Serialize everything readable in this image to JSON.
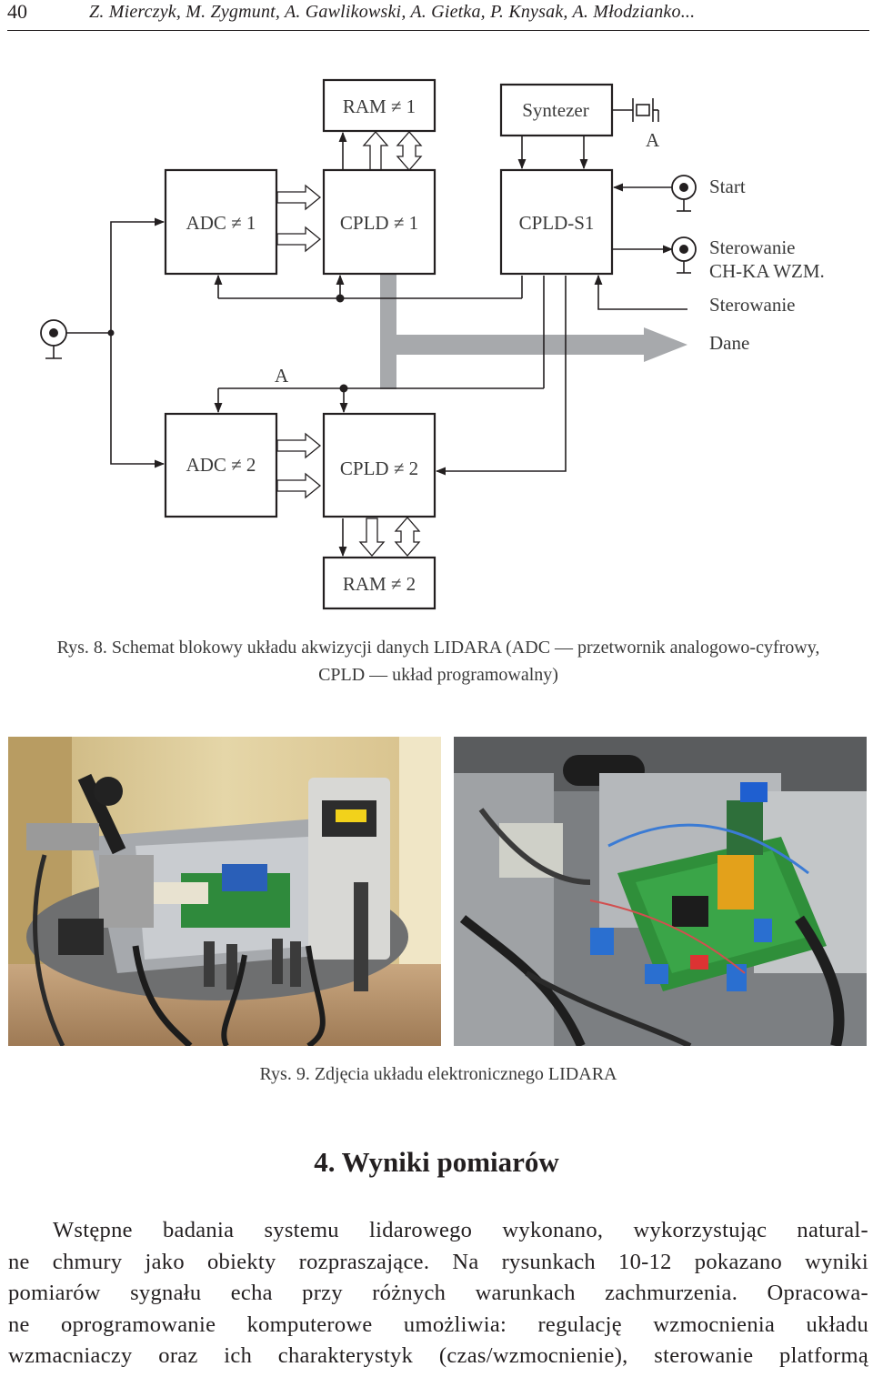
{
  "header": {
    "page_number": "40",
    "running_title": "Z. Mierczyk, M. Zygmunt, A. Gawlikowski, A. Gietka, P. Knysak, A. Młodzianko..."
  },
  "diagram": {
    "blocks": {
      "ram1": "RAM ≠ 1",
      "syntezer": "Syntezer",
      "adc1": "ADC ≠ 1",
      "cpld1": "CPLD ≠ 1",
      "cplds1": "CPLD-S1",
      "adc2": "ADC ≠ 2",
      "cpld2": "CPLD ≠ 2",
      "ram2": "RAM ≠ 2"
    },
    "labels": {
      "a_top": "A",
      "start": "Start",
      "sterowanie_1": "Sterowanie",
      "chka": "CH-KA WZM.",
      "sterowanie_2": "Sterowanie",
      "dane": "Dane",
      "a_mid": "A"
    }
  },
  "figure8_caption": {
    "line1": "Rys. 8. Schemat blokowy układu akwizycji danych LIDARA (ADC — przetwornik analogowo-cyfrowy,",
    "line2": "CPLD — układ programowalny)"
  },
  "figure9_caption": "Rys. 9. Zdjęcia układu elektronicznego LIDARA",
  "section_title": "4. Wyniki pomiarów",
  "paragraph_lines": [
    "Wstępne badania systemu lidarowego wykonano, wykorzystując natural-",
    "ne chmury jako obiekty rozpraszające. Na rysunkach 10-12 pokazano wyniki",
    "pomiarów sygnału echa przy różnych warunkach zachmurzenia. Opracowa-",
    "ne oprogramowanie komputerowe umożliwia: regulację wzmocnienia układu",
    "wzmacniaczy oraz ich charakterystyk (czas/wzmocnienie), sterowanie platformą"
  ],
  "colors": {
    "text": "#231f20",
    "bus_gray": "#a7a9ac"
  }
}
